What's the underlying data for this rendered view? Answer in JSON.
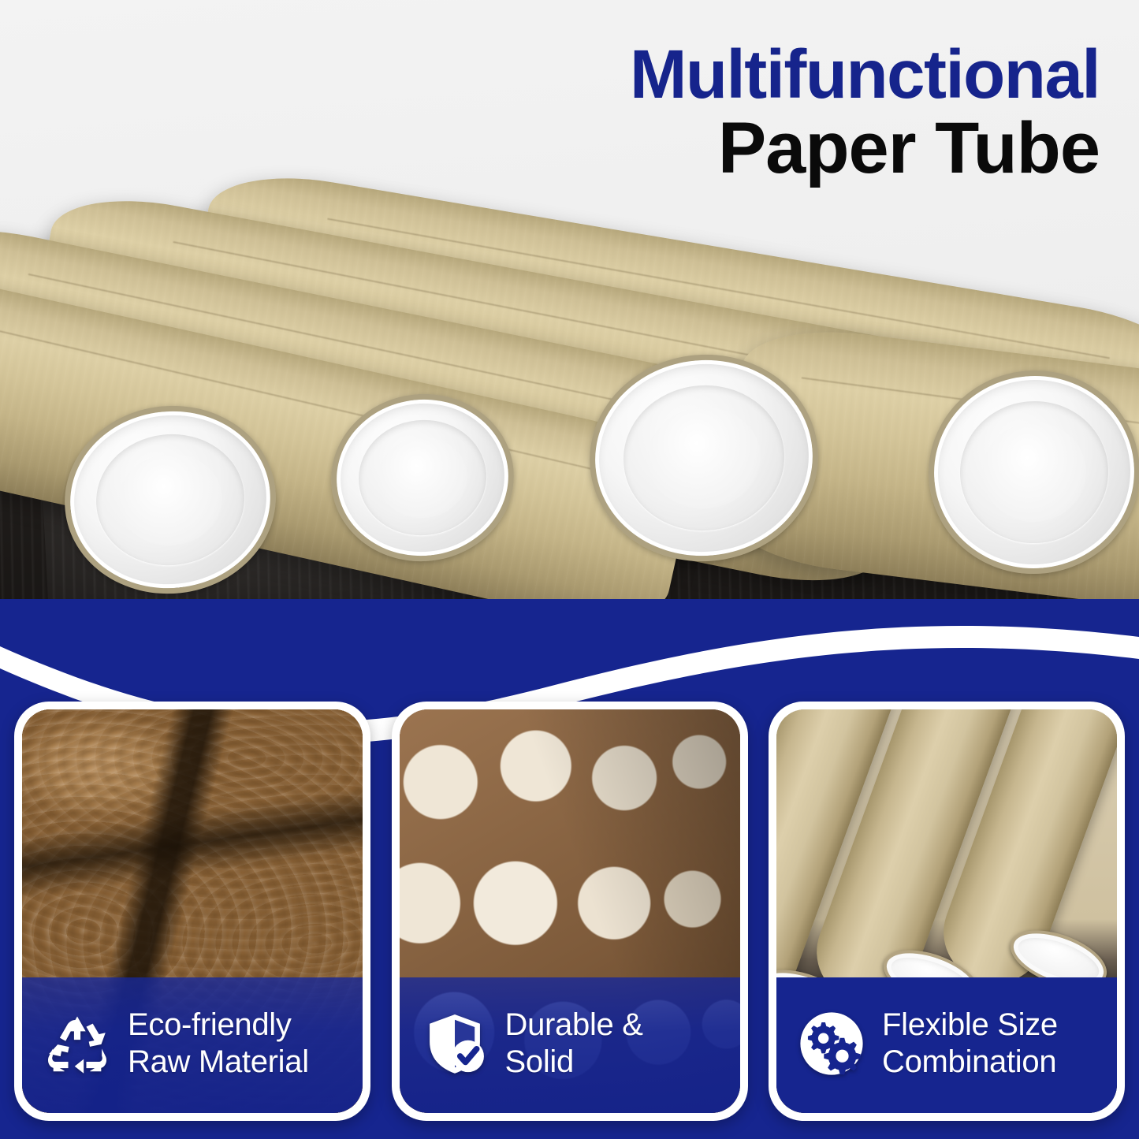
{
  "page": {
    "type": "product-infographic",
    "background_color": "#f0f0f0",
    "accent_blue": "#16258f",
    "title_blue": "#16248c",
    "title_black": "#0a0a0a"
  },
  "title": {
    "line1": "Multifunctional",
    "line2": "Paper Tube"
  },
  "hero": {
    "alt": "Four kraft paper mailing tubes with white plastic end caps lying on a dark wood table"
  },
  "features": [
    {
      "icon": "recycle-icon",
      "photo": "stacked-cut-logs-photo",
      "label_line1": "Eco-friendly",
      "label_line2": "Raw Material"
    },
    {
      "icon": "shield-check-icon",
      "photo": "tube-ends-stack-photo",
      "label_line1": "Durable &",
      "label_line2": "Solid"
    },
    {
      "icon": "gears-icon",
      "photo": "three-kraft-tubes-photo",
      "label_line1": "Flexible Size",
      "label_line2": "Combination"
    }
  ]
}
